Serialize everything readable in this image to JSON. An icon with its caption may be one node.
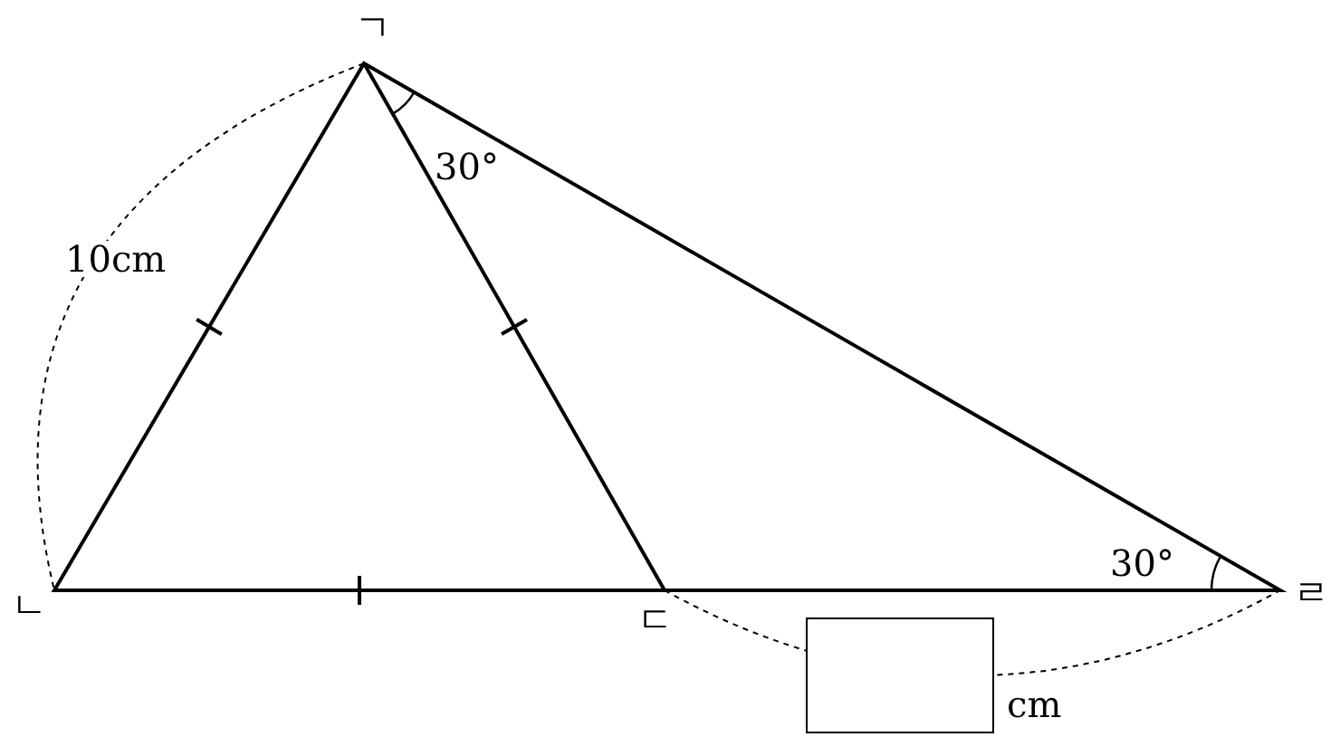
{
  "diagram": {
    "nodes": [
      {
        "text": [],
        "shape": "box"
      }
    ],
    "labels": [
      "ㄱ",
      "10cm",
      "30°",
      "ㄴ",
      "ㄷ",
      "30°",
      "ㄹ",
      "cm"
    ]
  }
}
